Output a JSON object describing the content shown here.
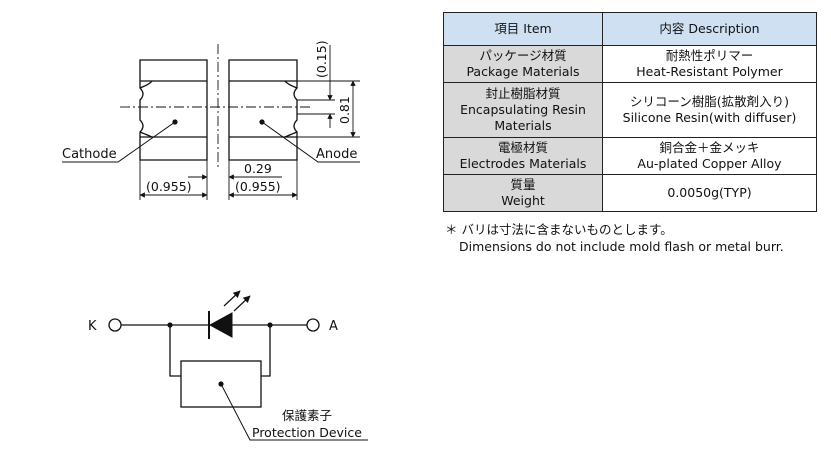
{
  "dimensions": {
    "top_gap": "(0.15)",
    "height": "0.81",
    "gap_width": "0.29",
    "left_width": "(0.955)",
    "right_width": "(0.955)",
    "cathode_label": "Cathode",
    "anode_label": "Anode"
  },
  "table": {
    "header_item": "項目 Item",
    "header_desc": "内容 Description",
    "rows": [
      {
        "item_jp": "パッケージ材質",
        "item_en": "Package Materials",
        "desc_jp": "耐熱性ポリマー",
        "desc_en": "Heat-Resistant Polymer"
      },
      {
        "item_jp": "封止樹脂材質",
        "item_en": "Encapsulating Resin Materials",
        "desc_jp": "シリコーン樹脂(拡散剤入り)",
        "desc_en": "Silicone Resin(with diffuser)"
      },
      {
        "item_jp": "電極材質",
        "item_en": "Electrodes Materials",
        "desc_jp": "銅合金＋金メッキ",
        "desc_en": "Au-plated Copper Alloy"
      },
      {
        "item_jp": "質量",
        "item_en": "Weight",
        "desc_jp": "",
        "desc_en": "0.0050g(TYP)"
      }
    ]
  },
  "note": {
    "line1": "＊ バリは寸法に含まないものとします。",
    "line2": "Dimensions do not include mold flash or metal burr."
  },
  "circuit": {
    "k_label": "K",
    "a_label": "A",
    "protection_jp": "保護素子",
    "protection_en": "Protection Device"
  }
}
